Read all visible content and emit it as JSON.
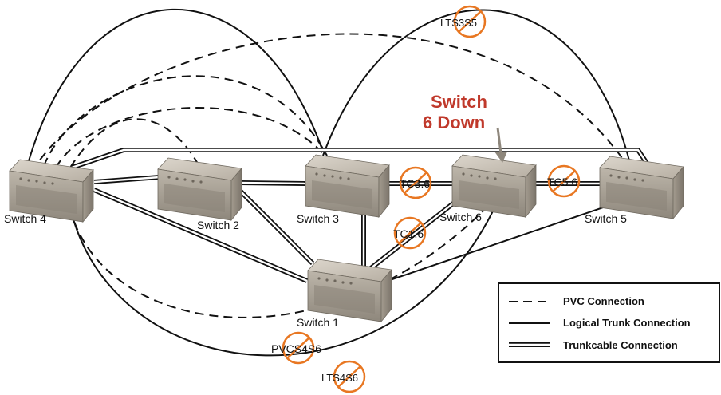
{
  "diagram": {
    "switches": {
      "s4": {
        "label": "Switch 4"
      },
      "s2": {
        "label": "Switch 2"
      },
      "s3": {
        "label": "Switch 3"
      },
      "s6": {
        "label": "Switch 6"
      },
      "s5": {
        "label": "Switch 5"
      },
      "s1": {
        "label": "Switch 1"
      }
    },
    "failures": {
      "tc36": "TC3.6",
      "tc56": "TC5.6",
      "tc16": "TC1.6",
      "lts3s5": "LTS3S5",
      "pvcs4s6": "PVCS4S6",
      "lts4s6": "LTS4S6"
    },
    "callout": {
      "line1": "Switch",
      "line2": "6 Down",
      "color": "#c0392b"
    },
    "fault_color": "#e87722",
    "legend": {
      "pvc": "PVC Connection",
      "logical": "Logical Trunk Connection",
      "trunkcable": "Trunkcable Connection"
    }
  }
}
